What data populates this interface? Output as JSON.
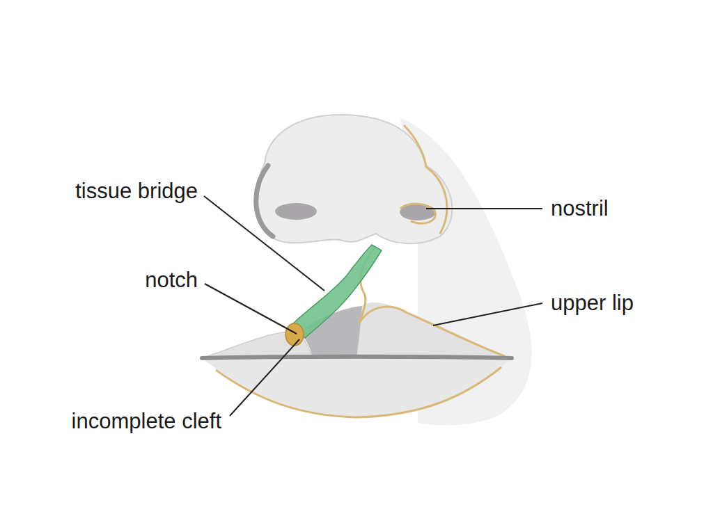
{
  "diagram": {
    "labels": [
      "tissue bridge",
      "nostril",
      "notch",
      "upper lip",
      "incomplete cleft"
    ]
  }
}
